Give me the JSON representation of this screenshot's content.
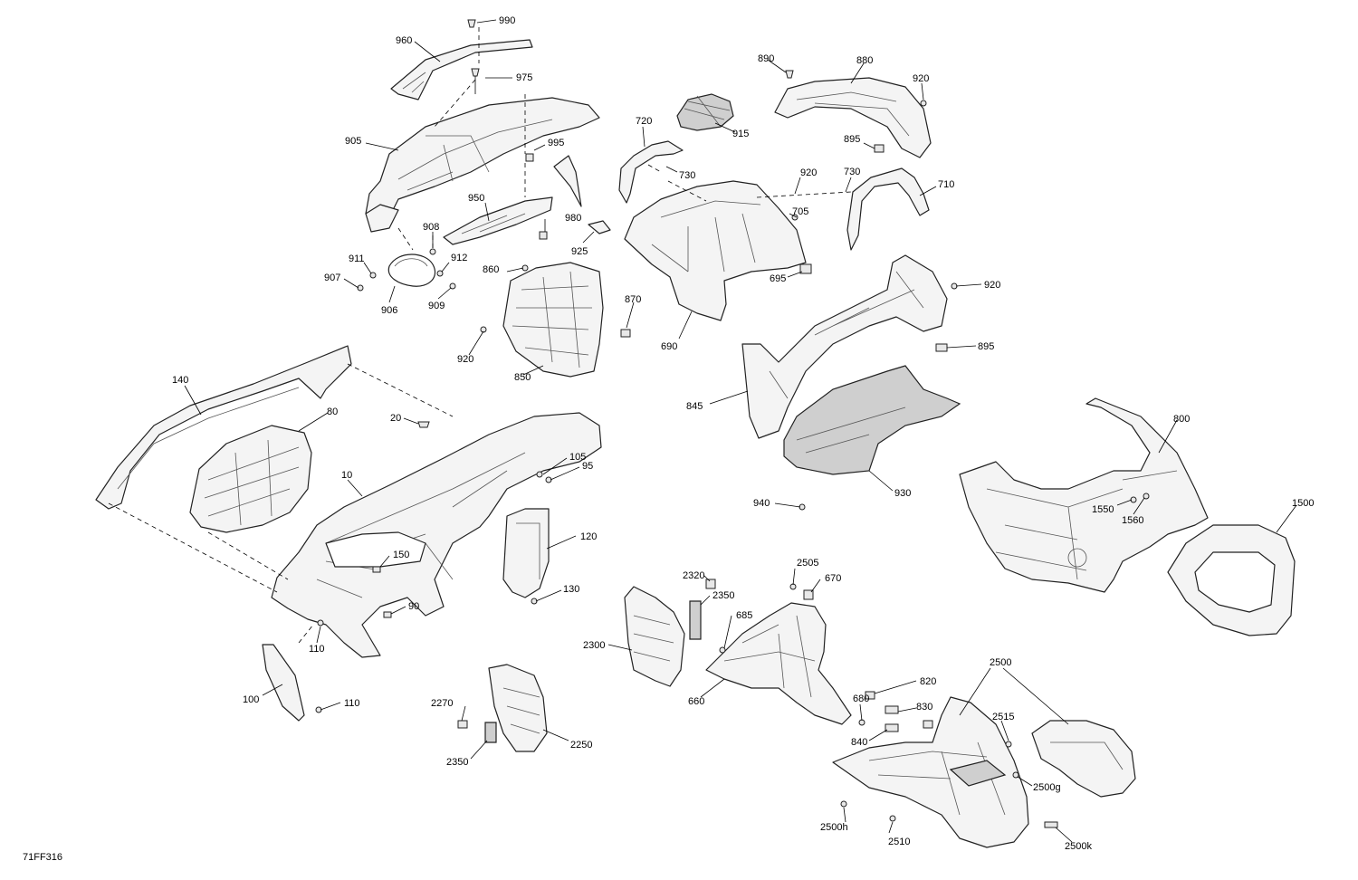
{
  "diagram_id": "71FF316",
  "callouts": {
    "c990": "990",
    "c960": "960",
    "c975": "975",
    "c905": "905",
    "c995": "995",
    "c950": "950",
    "c908": "908",
    "c980": "980",
    "c925": "925",
    "c911": "911",
    "c912": "912",
    "c907": "907",
    "c906": "906",
    "c909": "909",
    "c720": "720",
    "c730a": "730",
    "c915": "915",
    "c920a": "920",
    "c730b": "730",
    "c710": "710",
    "c705": "705",
    "c695": "695",
    "c690": "690",
    "c890": "890",
    "c880": "880",
    "c920b": "920",
    "c895a": "895",
    "c860": "860",
    "c870": "870",
    "c920c": "920",
    "c850": "850",
    "c920d": "920",
    "c895b": "895",
    "c845": "845",
    "c930": "930",
    "c940": "940",
    "c140": "140",
    "c80": "80",
    "c20": "20",
    "c105": "105",
    "c95": "95",
    "c10": "10",
    "c150": "150",
    "c120": "120",
    "c130": "130",
    "c90": "90",
    "c110a": "110",
    "c100": "100",
    "c110b": "110",
    "c800": "800",
    "c1550": "1550",
    "c1560": "1560",
    "c1500": "1500",
    "c2320": "2320",
    "c2350a": "2350",
    "c2300": "2300",
    "c2505": "2505",
    "c670": "670",
    "c685": "685",
    "c660": "660",
    "c680": "680",
    "c2270": "2270",
    "c2250": "2250",
    "c2350b": "2350",
    "c820": "820",
    "c830": "830",
    "c840": "840",
    "c2500": "2500",
    "c2515": "2515",
    "c2500g": "2500g",
    "c2500h": "2500h",
    "c2510": "2510",
    "c2500k": "2500k"
  }
}
